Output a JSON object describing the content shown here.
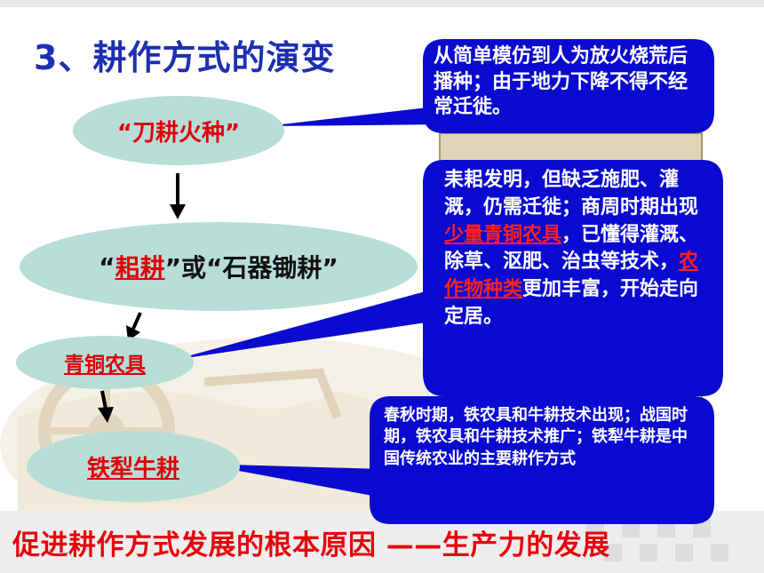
{
  "title": "3、耕作方式的演变",
  "nodes": {
    "n1": {
      "text": "“刀耕火种”"
    },
    "n2": {
      "open": "“",
      "term1": "耜耕",
      "mid": "”或“石器锄耕”"
    },
    "n3": {
      "text": "青铜农具"
    },
    "n4": {
      "text": "铁犁牛耕"
    }
  },
  "callouts": {
    "c1": {
      "text": "从简单模仿到人为放火烧荒后播种；由于地力下降不得不经常迁徙。"
    },
    "c2": {
      "part1": "耒耜发明，但缺乏施肥、灌溉，仍需迁徙；商周时期出现",
      "hl1": "少量青铜农具",
      "part2": "，已懂得灌溉、除草、沤肥、治虫等技术，",
      "hl2": "农作物种类",
      "part3": "更加丰富，开始走向定居。"
    },
    "c3": {
      "text": "春秋时期，铁农具和牛耕技术出现；战国时期，铁农具和牛耕技术推广；铁犁牛耕是中国传统农业的主要耕作方式"
    }
  },
  "footer": {
    "text": "促进耕作方式发展的根本原因 ——生产力的发展"
  },
  "colors": {
    "title": "#1d2fb0",
    "node_fill": "#b7ddd7",
    "callout_fill": "#0a0ad0",
    "emphasis_red": "#e0000a"
  }
}
